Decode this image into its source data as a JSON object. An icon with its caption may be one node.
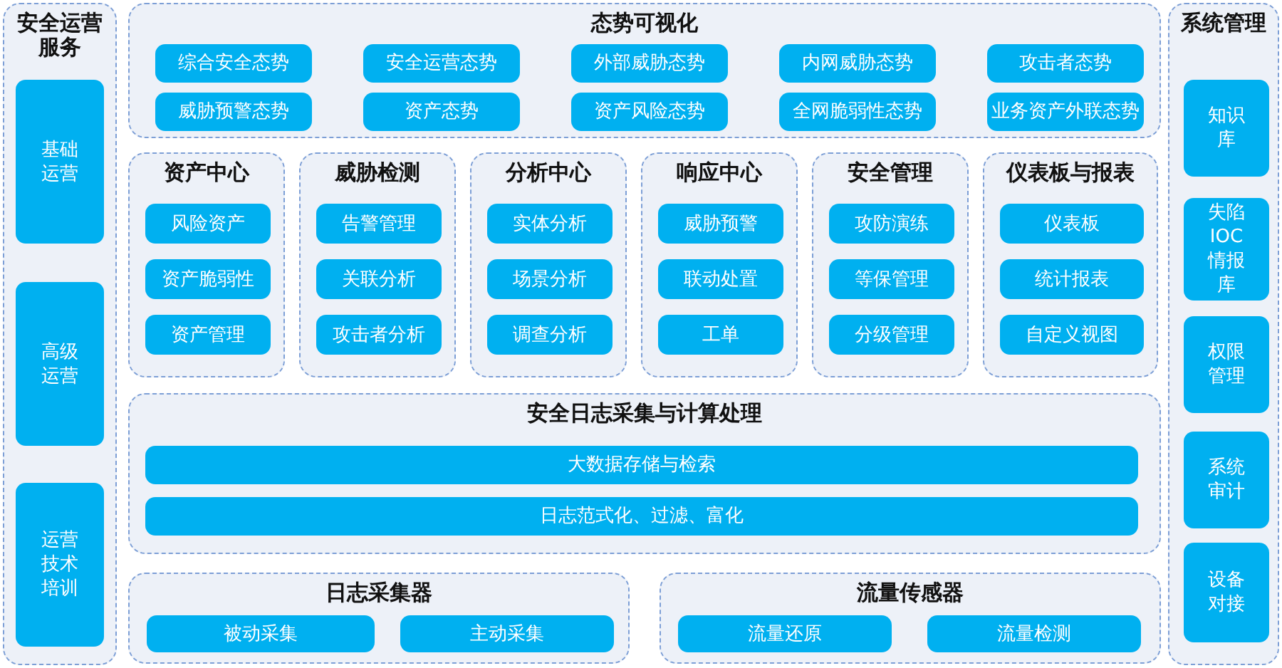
{
  "diagram": {
    "nodes": [
      {
        "text": [
          "安全运营服务"
        ]
      },
      {
        "text": [
          "基础运营"
        ],
        "in": 0
      },
      {
        "text": [
          "高级运营"
        ],
        "in": 0
      },
      {
        "text": [
          "运营技术培训"
        ],
        "in": 0
      },
      {
        "text": [
          "态势可视化"
        ]
      },
      {
        "text": [
          "综合安全态势"
        ],
        "in": 4
      },
      {
        "text": [
          "安全运营态势"
        ],
        "in": 4
      },
      {
        "text": [
          "外部威胁态势"
        ],
        "in": 4
      },
      {
        "text": [
          "内网威胁态势"
        ],
        "in": 4
      },
      {
        "text": [
          "攻击者态势"
        ],
        "in": 4
      },
      {
        "text": [
          "威胁预警态势"
        ],
        "in": 4
      },
      {
        "text": [
          "资产态势"
        ],
        "in": 4
      },
      {
        "text": [
          "资产风险态势"
        ],
        "in": 4
      },
      {
        "text": [
          "全网脆弱性态势"
        ],
        "in": 4
      },
      {
        "text": [
          "业务资产外联态势"
        ],
        "in": 4
      },
      {
        "text": [
          "资产中心"
        ]
      },
      {
        "text": [
          "风险资产"
        ],
        "in": 15
      },
      {
        "text": [
          "资产脆弱性"
        ],
        "in": 15
      },
      {
        "text": [
          "资产管理"
        ],
        "in": 15
      },
      {
        "text": [
          "威胁检测"
        ]
      },
      {
        "text": [
          "告警管理"
        ],
        "in": 19
      },
      {
        "text": [
          "关联分析"
        ],
        "in": 19
      },
      {
        "text": [
          "攻击者分析"
        ],
        "in": 19
      },
      {
        "text": [
          "分析中心"
        ]
      },
      {
        "text": [
          "实体分析"
        ],
        "in": 23
      },
      {
        "text": [
          "场景分析"
        ],
        "in": 23
      },
      {
        "text": [
          "调查分析"
        ],
        "in": 23
      },
      {
        "text": [
          "响应中心"
        ]
      },
      {
        "text": [
          "威胁预警"
        ],
        "in": 27
      },
      {
        "text": [
          "联动处置"
        ],
        "in": 27
      },
      {
        "text": [
          "工单"
        ],
        "in": 27
      },
      {
        "text": [
          "安全管理"
        ]
      },
      {
        "text": [
          "攻防演练"
        ],
        "in": 31
      },
      {
        "text": [
          "等保管理"
        ],
        "in": 31
      },
      {
        "text": [
          "分级管理"
        ],
        "in": 31
      },
      {
        "text": [
          "仪表板与报表"
        ]
      },
      {
        "text": [
          "仪表板"
        ],
        "in": 35
      },
      {
        "text": [
          "统计报表"
        ],
        "in": 35
      },
      {
        "text": [
          "自定义视图"
        ],
        "in": 35
      },
      {
        "text": [
          "安全日志采集与计算处理"
        ]
      },
      {
        "text": [
          "大数据存储与检索"
        ],
        "in": 39
      },
      {
        "text": [
          "日志范式化、过滤、富化"
        ],
        "in": 39
      },
      {
        "text": [
          "日志采集器"
        ]
      },
      {
        "text": [
          "被动采集"
        ],
        "in": 42
      },
      {
        "text": [
          "主动采集"
        ],
        "in": 42
      },
      {
        "text": [
          "流量传感器"
        ]
      },
      {
        "text": [
          "流量还原"
        ],
        "in": 45
      },
      {
        "text": [
          "流量检测"
        ],
        "in": 45
      },
      {
        "text": [
          "系统管理"
        ]
      },
      {
        "text": [
          "知识库"
        ],
        "in": 48
      },
      {
        "text": [
          "失陷IOC情报库"
        ],
        "in": 48
      },
      {
        "text": [
          "权限管理"
        ],
        "in": 48
      },
      {
        "text": [
          "系统审计"
        ],
        "in": 48
      },
      {
        "text": [
          "设备对接"
        ],
        "in": 48
      }
    ]
  }
}
